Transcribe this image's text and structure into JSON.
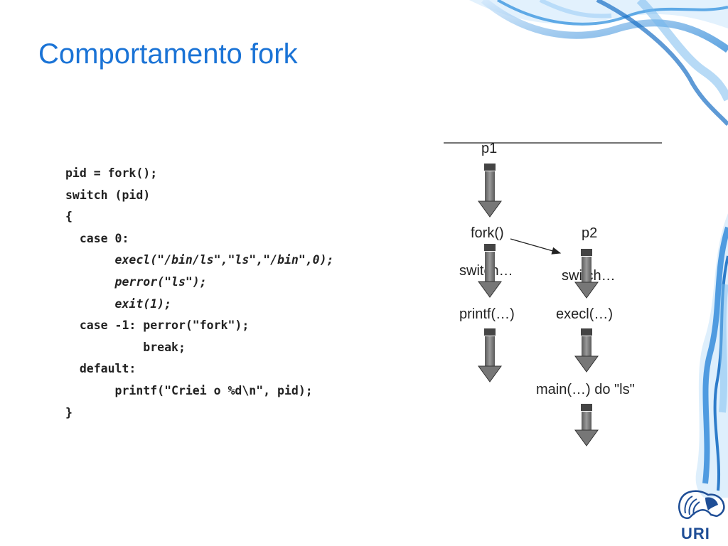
{
  "slide": {
    "title": "Comportamento fork"
  },
  "code": [
    {
      "text": "pid = fork();",
      "italic": false
    },
    {
      "text": "switch (pid)",
      "italic": false
    },
    {
      "text": "{",
      "italic": false
    },
    {
      "text": "  case 0:",
      "italic": false
    },
    {
      "text": "       execl(\"/bin/ls\",\"ls\",\"/bin\",0);",
      "italic": true
    },
    {
      "text": "       perror(\"ls\");",
      "italic": true
    },
    {
      "text": "       exit(1);",
      "italic": true
    },
    {
      "text": "  case -1: perror(\"fork\");",
      "italic": false
    },
    {
      "text": "           break;",
      "italic": false
    },
    {
      "text": "  default:",
      "italic": false
    },
    {
      "text": "       printf(\"Criei o %d\\n\", pid);",
      "italic": false
    },
    {
      "text": "}",
      "italic": false
    }
  ],
  "diagram": {
    "p1_label": "p1",
    "p2_label": "p2",
    "fork_label": "fork()",
    "switch_p1": "switch…",
    "switch_p2": "switch…",
    "printf_label": "printf(…)",
    "execl_label": "execl(…)",
    "main_label": "main(…) do \"ls\""
  },
  "logo": {
    "text": "URI"
  },
  "colors": {
    "title": "#1a73d6",
    "arrow_fill": "#7a7a7a",
    "deco_blue": "#2a86d8"
  }
}
